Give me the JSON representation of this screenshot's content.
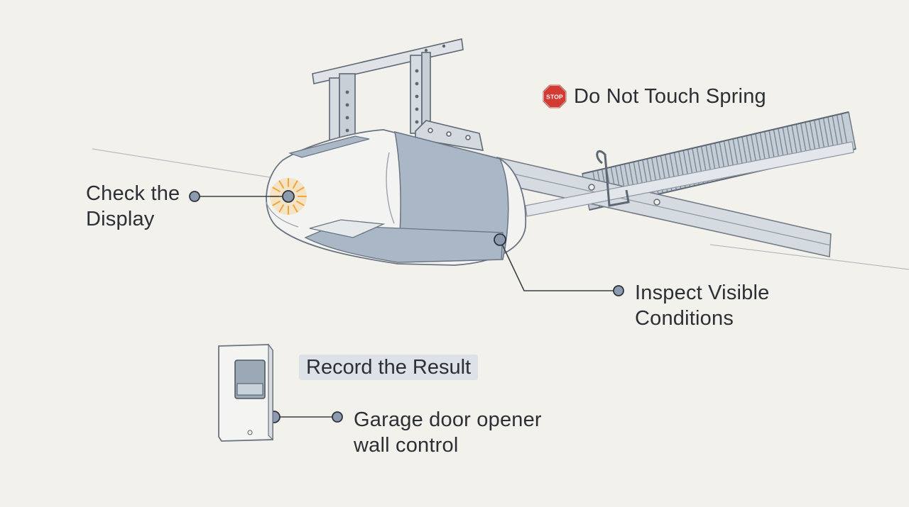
{
  "labels": {
    "warning": "Do Not Touch Spring",
    "stop_sign_text": "STOP",
    "display_line1": "Check the",
    "display_line2": "Display",
    "inspect_line1": "Inspect Visible",
    "inspect_line2": "Conditions",
    "record": "Record the Result",
    "wall_line1": "Garage door opener",
    "wall_line2": "wall control"
  },
  "colors": {
    "background": "#f2f1ec",
    "callout_dot": "#8c9cae",
    "housing_band": "#a9b7c6",
    "light_glow": "#f3a53a",
    "stop_red": "#d23a32",
    "record_box": "#dde2e8"
  },
  "icons": {
    "warning": "stop-sign-icon",
    "display_indicator": "light-burst-icon"
  }
}
